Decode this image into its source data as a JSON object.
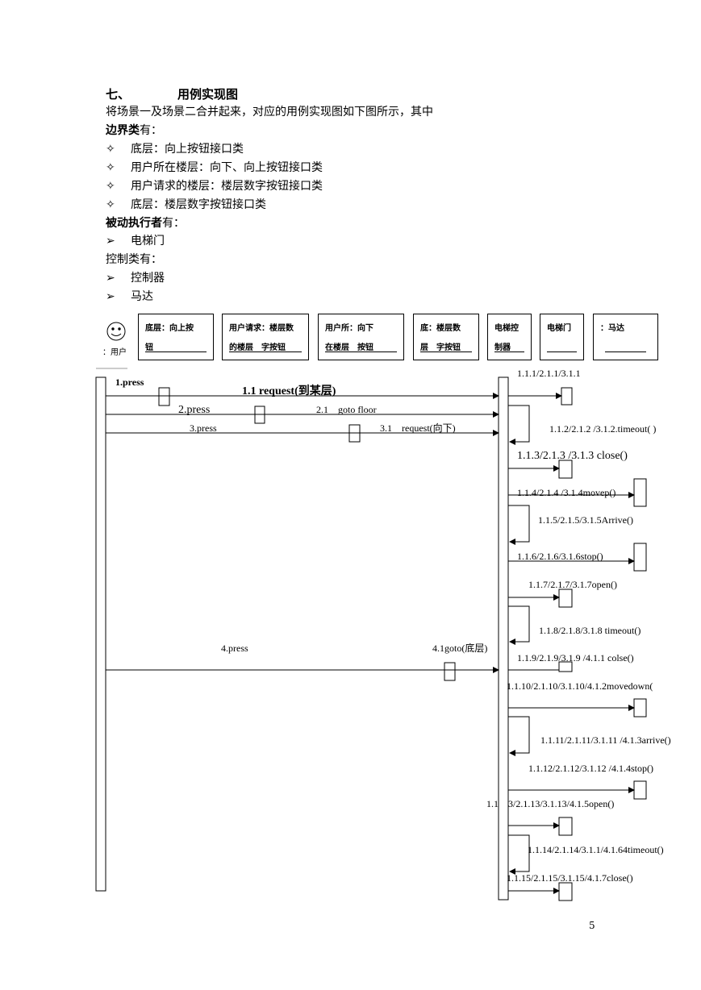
{
  "section": {
    "num": "七、",
    "title": "用例实现图"
  },
  "intro": "将场景一及场景二合并起来，对应的用例实现图如下图所示，其中",
  "boundary": {
    "head_bold": "边界类",
    "head_rest": "有：",
    "bullet": "✧",
    "items": [
      "底层：向上按钮接口类",
      "用户所在楼层：向下、向上按钮接口类",
      "用户请求的楼层：楼层数字按钮接口类",
      "底层：楼层数字按钮接口类"
    ]
  },
  "passive": {
    "head_bold": "被动执行者",
    "head_rest": "有：",
    "bullet": "➢",
    "items": [
      "电梯门"
    ]
  },
  "control": {
    "head": "控制类有：",
    "bullet": "➢",
    "items": [
      "控制器",
      "马达"
    ]
  },
  "diagram": {
    "actor_label": "：用户",
    "objects": [
      {
        "l1": "底层：向上按",
        "l2": "钮"
      },
      {
        "l1": "用户请求：楼层数",
        "l2": "的楼层　字按钮"
      },
      {
        "l1": "用户所：向下",
        "l2": "在楼层　按钮"
      },
      {
        "l1": "底：楼层数",
        "l2": "层　字按钮"
      },
      {
        "l1": "电梯控",
        "l2": "制器"
      },
      {
        "l1": "电梯门",
        "l2": ""
      },
      {
        "l1": "：马达",
        "l2": ""
      }
    ],
    "messages": {
      "m1": "1.press",
      "m11": "1.1 request(到某层)",
      "m2": "2.press",
      "m21": "2.1　goto floor",
      "m3": "3.press",
      "m31": "3.1　request(向下)",
      "m4": "4.press",
      "m41": "4.1goto(底层)",
      "s1": "1.1.1/2.1.1/3.1.1",
      "s2": "1.1.2/2.1.2 /3.1.2.timeout( )",
      "s3": "1.1.3/2.1.3 /3.1.3 close()",
      "s4": "1.1.4/2.1.4 /3.1.4movep()",
      "s5": "1.1.5/2.1.5/3.1.5Arrive()",
      "s6": "1.1.6/2.1.6/3.1.6stop()",
      "s7": "1.1.7/2.1.7/3.1.7open()",
      "s8": "1.1.8/2.1.8/3.1.8 timeout()",
      "s9": "1.1.9/2.1.9/3.1.9 /4.1.1 colse()",
      "s10": "1.1.10/2.1.10/3.1.10/4.1.2movedown(",
      "s11": "1.1.11/2.1.11/3.1.11 /4.1.3arrive()",
      "s12": "1.1.12/2.1.12/3.1.12 /4.1.4stop()",
      "s13": "1.1　3/2.1.13/3.1.13/4.1.5open()",
      "s14": "1.1.14/2.1.14/3.1.1/4.1.64timeout()",
      "s15": "1.1.15/2.1.15/3.1.15/4.1.7close()"
    }
  },
  "page_number": "5"
}
